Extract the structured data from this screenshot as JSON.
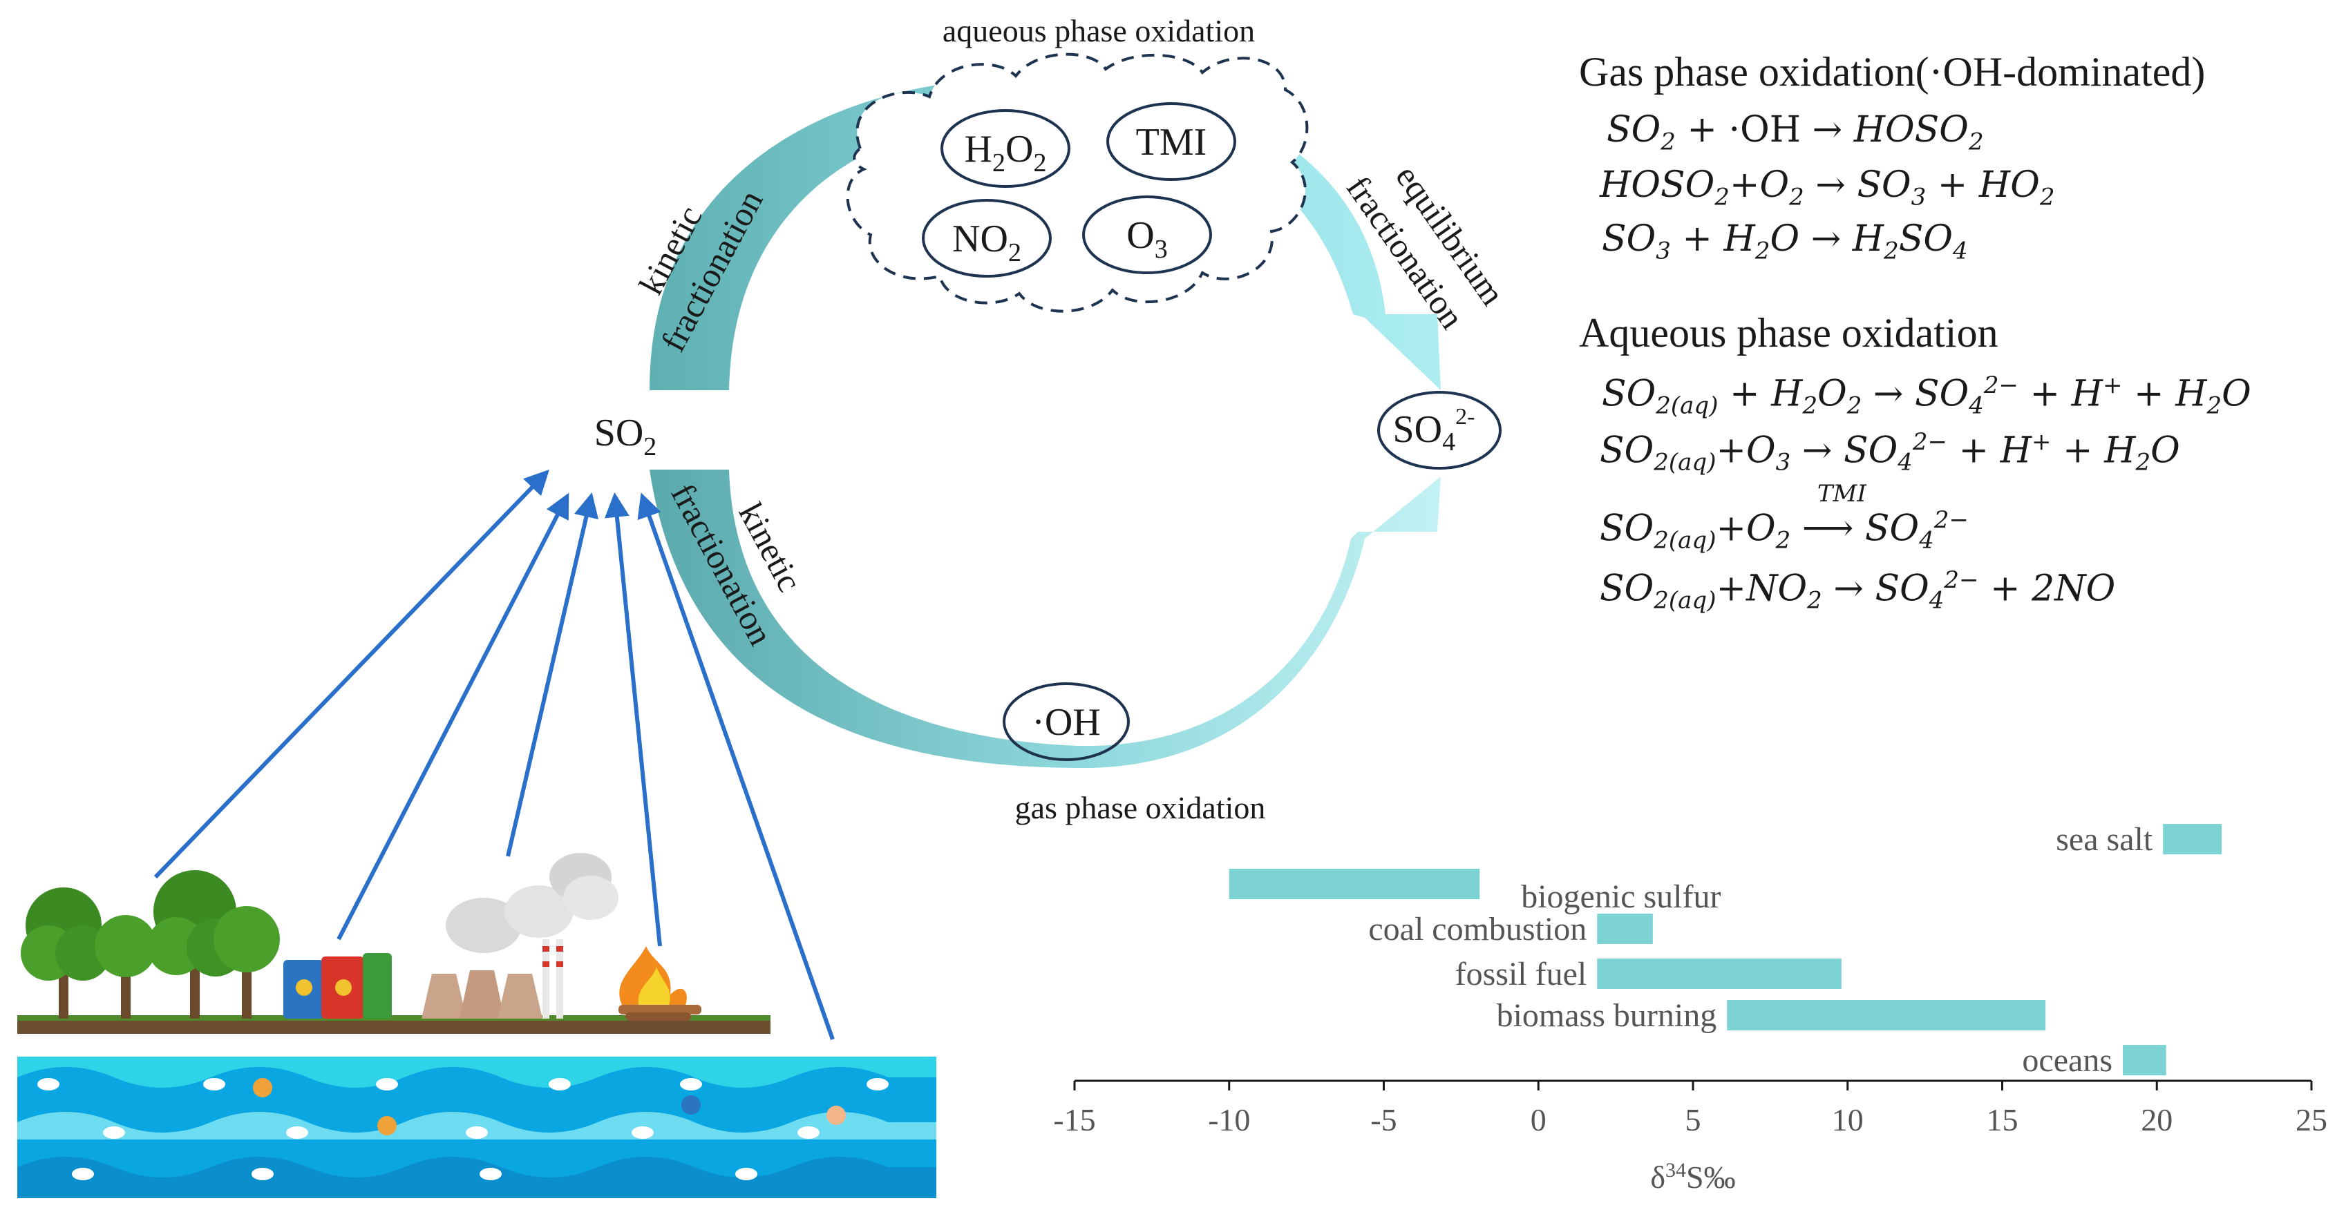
{
  "labels": {
    "aqueous_top": "aqueous phase oxidation",
    "gas_bottom": "gas phase oxidation",
    "kinetic_upper_1": "kinetic",
    "kinetic_upper_2": "fractionation",
    "kinetic_lower_1": "kinetic",
    "kinetic_lower_2": "fractionation",
    "equilibrium_1": "equilibrium",
    "equilibrium_2": "fractionation",
    "so2": "SO",
    "so2_sub": "2",
    "so4": "SO",
    "so4_sub": "4",
    "so4_sup": "2-",
    "oh": "·OH"
  },
  "oxidants": {
    "h2o2": [
      "H",
      "2",
      "O",
      "2"
    ],
    "tmi": "TMI",
    "no2": [
      "NO",
      "2"
    ],
    "o3": [
      "O",
      "3"
    ]
  },
  "equations": {
    "gas_title": "Gas phase oxidation(·OH-dominated)",
    "aq_title": "Aqueous phase oxidation",
    "gas": [
      "SO₂ + ·OH → HOSO₂",
      "HOSO₂+O₂ → SO₃ + HO₂",
      "SO₃ + H₂O → H₂SO₄"
    ],
    "aqueous": [
      "SO₂(aq) + H₂O₂ → SO₄²⁻ + H⁺ + H₂O",
      "SO₂(aq)+O₃ → SO₄²⁻ + H⁺ + H₂O",
      "SO₂(aq)+O₂ —TMI→ SO₄²⁻",
      "SO₂(aq)+NO₂ → SO₄²⁻ + 2NO"
    ]
  },
  "colors": {
    "arrow_dark": "#5aaeb0",
    "arrow_light": "#a7ecf0",
    "bar": "#7dd3d3",
    "blue_arrow": "#2a6fc9",
    "ellipse": "#1e3350"
  },
  "chart_data": {
    "type": "bar",
    "orientation": "horizontal-range",
    "categories": [
      "sea salt",
      "biogenic sulfur",
      "coal combustion",
      "fossil fuel",
      "biomass burning",
      "oceans"
    ],
    "ranges": [
      [
        20.2,
        22.1
      ],
      [
        -10,
        -1.9
      ],
      [
        1.9,
        3.7
      ],
      [
        1.9,
        9.8
      ],
      [
        6.1,
        16.4
      ],
      [
        18.9,
        20.3
      ]
    ],
    "xlabel": "δ34S‰",
    "xlim": [
      -15,
      25
    ],
    "xticks": [
      -15,
      -10,
      -5,
      0,
      5,
      10,
      15,
      20,
      25
    ],
    "grid": false
  }
}
